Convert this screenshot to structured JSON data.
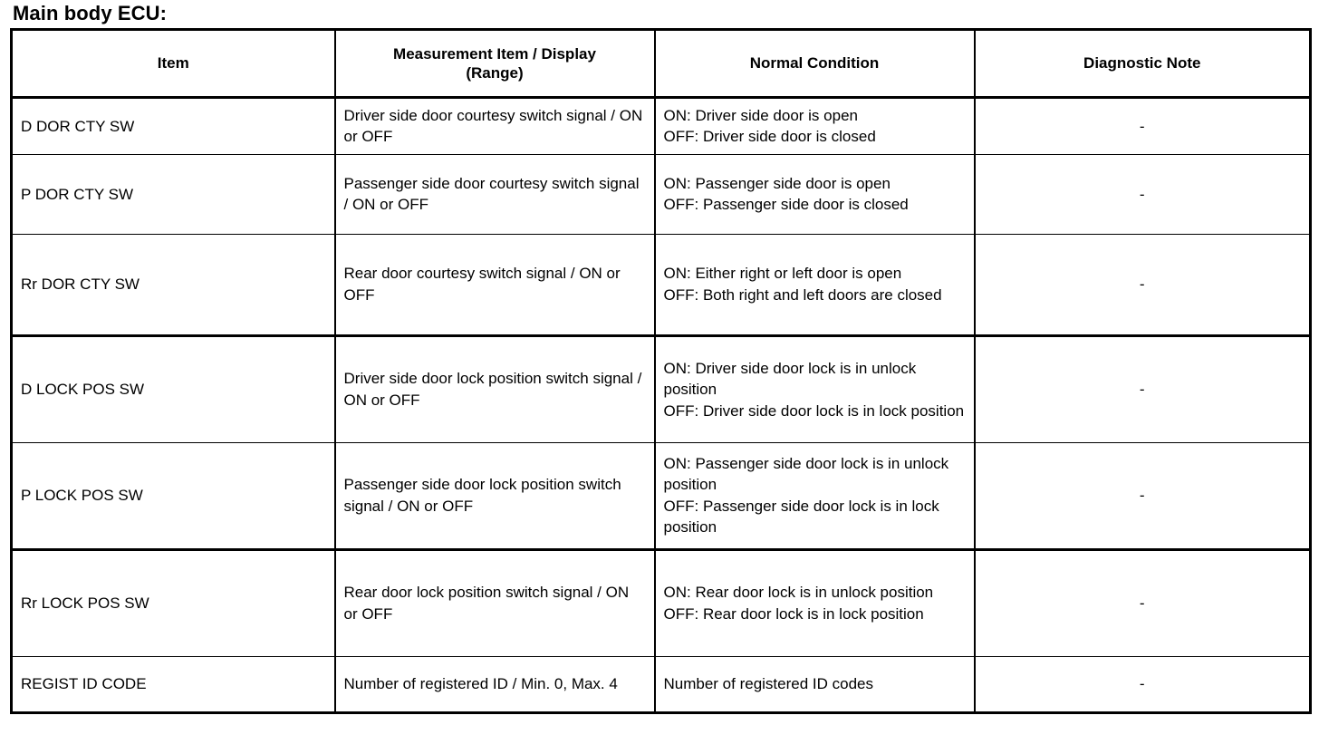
{
  "document": {
    "title": "Main body ECU:"
  },
  "table": {
    "columns": [
      {
        "id": "item",
        "label": "Item"
      },
      {
        "id": "measurement",
        "label": "Measurement Item / Display (Range)"
      },
      {
        "id": "condition",
        "label": "Normal Condition"
      },
      {
        "id": "note",
        "label": "Diagnostic Note"
      }
    ],
    "header_line1": "Measurement Item / Display",
    "header_line2": "(Range)",
    "rows": [
      {
        "item": "D DOR CTY SW",
        "measurement": "Driver side door courtesy switch signal / ON or OFF",
        "condition": "ON: Driver side door is open\nOFF: Driver side door is closed",
        "note": "-"
      },
      {
        "item": "P DOR CTY SW",
        "measurement": "Passenger side door courtesy switch signal / ON or OFF",
        "condition": "ON: Passenger side door is open\nOFF: Passenger side door is closed",
        "note": "-"
      },
      {
        "item": "Rr DOR CTY SW",
        "measurement": "Rear door courtesy switch signal / ON or OFF",
        "condition": "ON: Either right or left door is open\nOFF: Both right and left doors are closed",
        "note": "-"
      },
      {
        "item": "D LOCK POS SW",
        "measurement": "Driver side door lock position switch signal / ON or OFF",
        "condition": "ON: Driver side door lock is in unlock position\nOFF: Driver side door lock is in lock position",
        "note": "-"
      },
      {
        "item": "P LOCK POS SW",
        "measurement": "Passenger side door lock position switch signal / ON or OFF",
        "condition": "ON: Passenger side door lock is in unlock position\nOFF: Passenger side door lock is in lock position",
        "note": "-"
      },
      {
        "item": "Rr LOCK POS SW",
        "measurement": "Rear door lock position switch signal / ON or OFF",
        "condition": "ON: Rear door lock is in unlock position\nOFF: Rear door lock is in lock position",
        "note": "-"
      },
      {
        "item": "REGIST ID CODE",
        "measurement": "Number of registered ID / Min. 0, Max. 4",
        "condition": "Number of registered ID codes",
        "note": "-"
      }
    ]
  },
  "colors": {
    "text": "#000000",
    "background": "#ffffff",
    "rule": "#000000"
  }
}
